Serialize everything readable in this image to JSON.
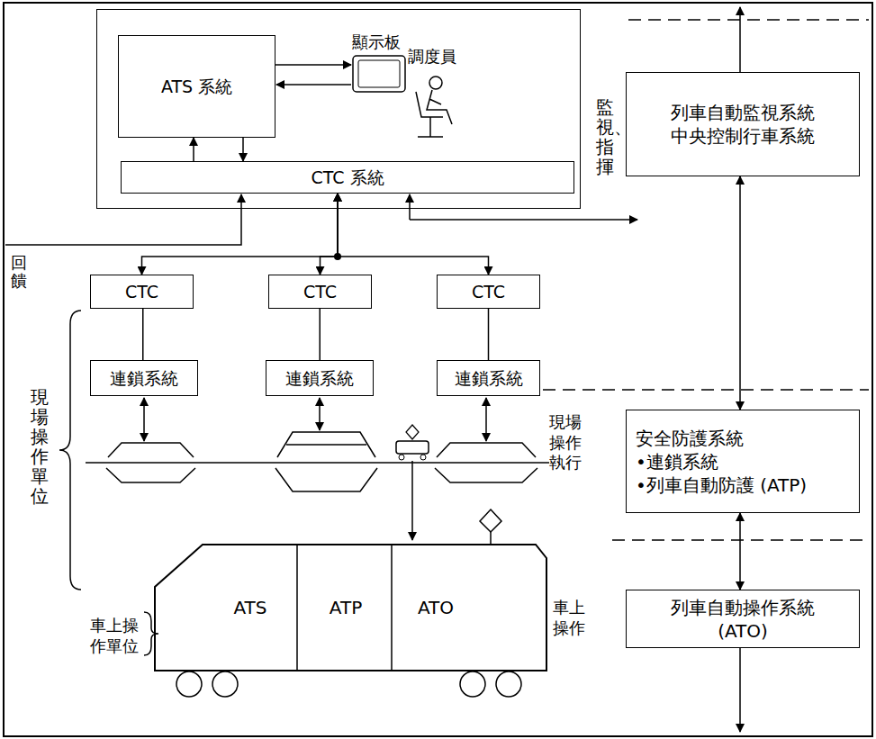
{
  "diagram": {
    "nodes": [
      {
        "text": [
          "顯示板",
          "調度員"
        ]
      },
      {
        "text": [
          "ATS 系統"
        ],
        "in": 0
      },
      {
        "text": [
          "CTC 系統"
        ],
        "in": 0
      },
      {
        "text": [
          "CTC"
        ]
      },
      {
        "text": [
          "CTC"
        ]
      },
      {
        "text": [
          "CTC"
        ]
      },
      {
        "text": [
          "連鎖系統"
        ]
      },
      {
        "text": [
          "連鎖系統"
        ]
      },
      {
        "text": [
          "連鎖系統"
        ]
      },
      {
        "text": [
          "ATS"
        ]
      },
      {
        "text": [
          "ATP"
        ]
      },
      {
        "text": [
          "ATO"
        ]
      },
      {
        "text": [
          "列車自動監視系統",
          "中央控制行車系統"
        ]
      },
      {
        "text": [
          "安全防護系統",
          "•連鎖系統",
          "•列車自動防護 (ATP)"
        ]
      },
      {
        "text": [
          "列車自動操作系統 (ATO)"
        ]
      }
    ],
    "edges": [
      {
        "from": 1,
        "to": 2,
        "arrow": "to"
      },
      {
        "from": 2,
        "to": 1,
        "arrow": "to"
      },
      {
        "from": 2,
        "to": 3,
        "arrow": "both"
      },
      {
        "from": 2,
        "to": 4,
        "arrow": "both"
      },
      {
        "from": 2,
        "to": 5,
        "arrow": "both"
      },
      {
        "from": 3,
        "to": 6,
        "arrow": "none"
      },
      {
        "from": 4,
        "to": 7,
        "arrow": "none"
      },
      {
        "from": 5,
        "to": 8,
        "arrow": "none"
      },
      {
        "from": 12,
        "to": 13,
        "arrow": "both"
      },
      {
        "from": 13,
        "to": 14,
        "arrow": "both"
      }
    ],
    "labels": [
      "回饋",
      "現場操作單位",
      "車上操作單位",
      "監視、指揮",
      "現場操作執行",
      "車上操作"
    ]
  }
}
